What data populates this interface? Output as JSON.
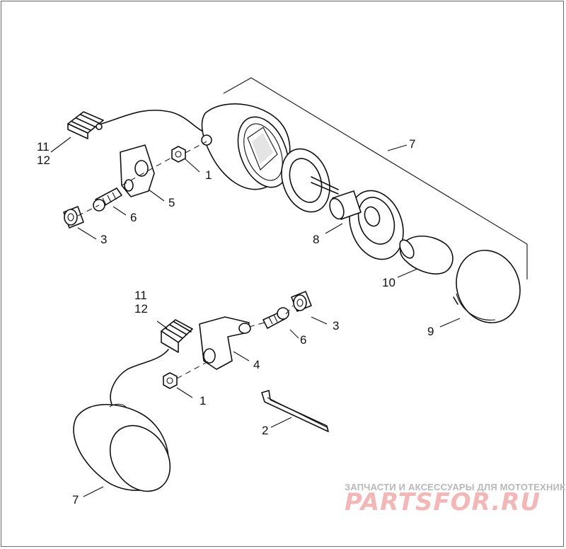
{
  "labels": {
    "nut_top": "1",
    "nut_bottom": "1",
    "strap": "2",
    "clamp_top": "3",
    "clamp_bottom": "3",
    "bracket_bottom": "4",
    "bracket_top": "5",
    "stud_top": "6",
    "stud_bottom": "6",
    "lamp_top": "7",
    "lamp_bottom": "7",
    "socket": "8",
    "lens": "9",
    "bulb": "10",
    "connector_top_a": "11",
    "connector_top_b": "12",
    "connector_bottom_a": "11",
    "connector_bottom_b": "12"
  },
  "watermark": {
    "tagline": "ЗАПЧАСТИ И АКСЕССУАРЫ ДЛЯ МОТОТЕХНИКИ",
    "brand": "PARTSFOR.RU"
  }
}
